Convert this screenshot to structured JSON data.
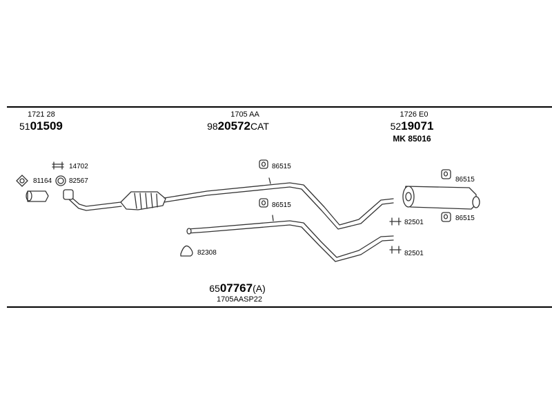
{
  "groups": [
    {
      "ref": "1721 28",
      "part_prefix": "51",
      "part_main": "01509",
      "part_suffix": ""
    },
    {
      "ref": "1705 AA",
      "part_prefix": "98",
      "part_main": "20572",
      "part_suffix": "CAT"
    },
    {
      "ref": "1726 E0",
      "part_prefix": "52",
      "part_main": "19071",
      "part_suffix": "",
      "extra": "MK  85016"
    }
  ],
  "components": {
    "clamp_top": "14702",
    "gasket": "81164",
    "ring": "82567",
    "hanger_mid_upper": "86515",
    "hanger_mid_lower": "86515",
    "clamp_bottom_left": "82308",
    "hanger_muffler_top": "86515",
    "hanger_muffler_bottom": "86515",
    "clamp_right_upper": "82501",
    "clamp_right_lower": "82501"
  },
  "bottom_part": {
    "prefix": "65",
    "main": "07767",
    "suffix": "(A)",
    "ref": "1705AASP22"
  }
}
